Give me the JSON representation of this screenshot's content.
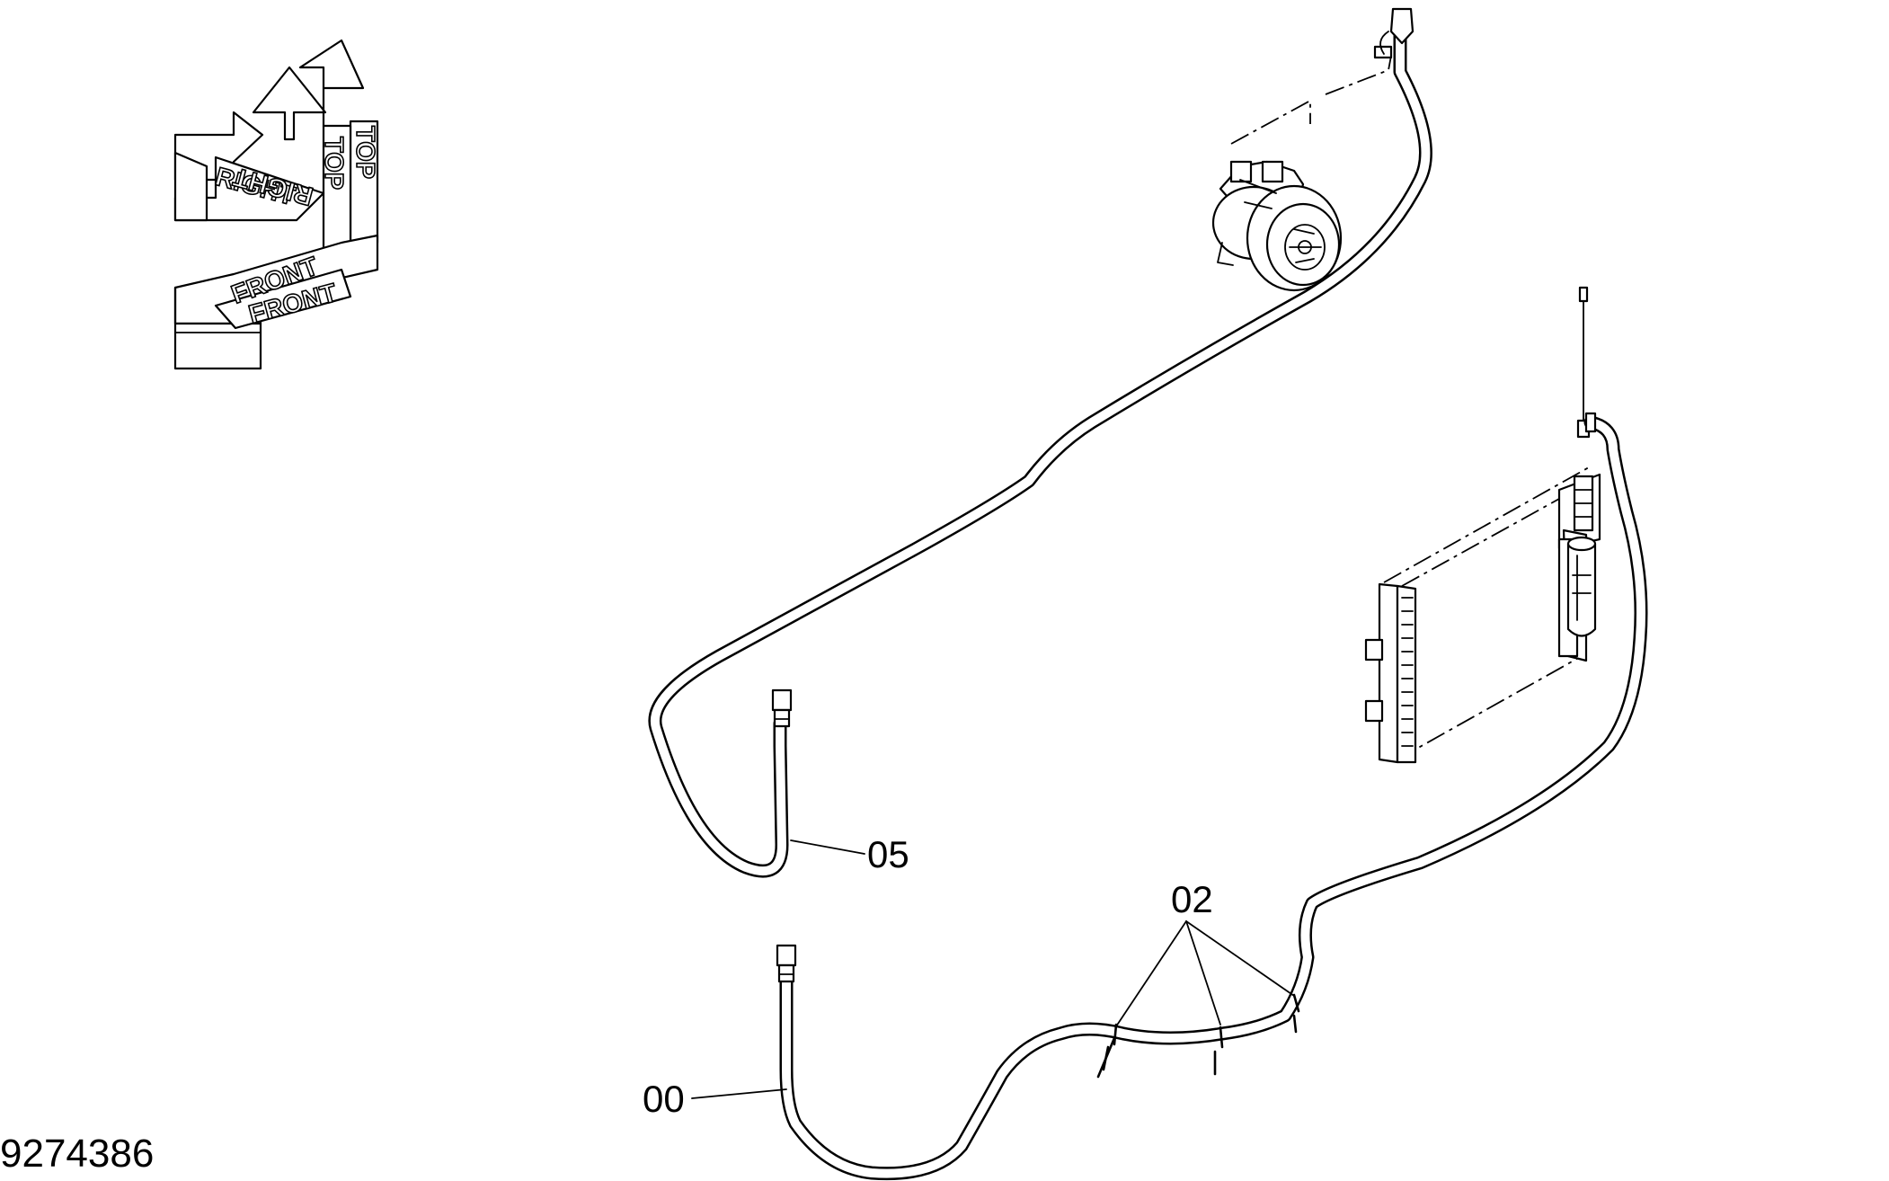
{
  "orientation": {
    "top_label": "TOP",
    "right_label": "RIGHT",
    "front_label": "FRONT"
  },
  "callouts": {
    "hose_05": "05",
    "clamps_02": "02",
    "hose_00": "00"
  },
  "document_number": "9274386",
  "icons": [
    "orientation-cube-icon",
    "compressor-icon",
    "condenser-icon",
    "receiver-drier-icon"
  ]
}
